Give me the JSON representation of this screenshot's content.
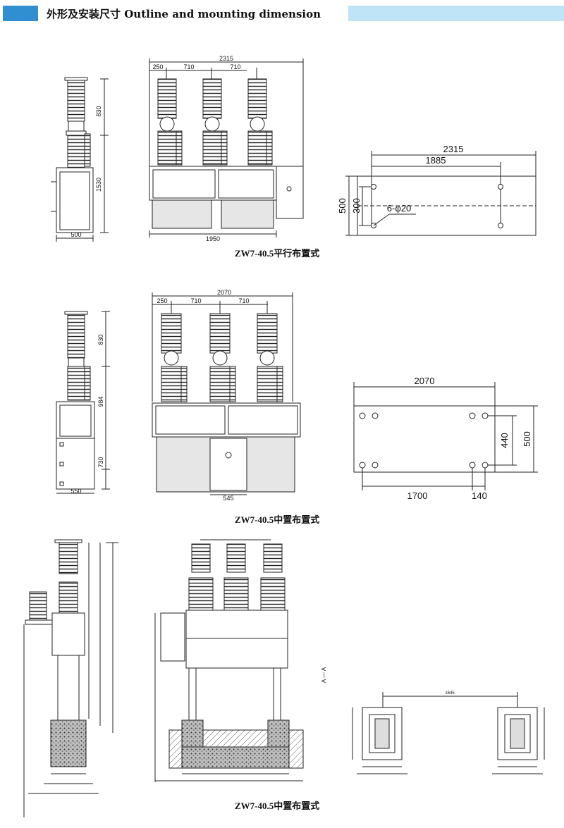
{
  "header": {
    "title": "外形及安装尺寸 Outline and mounting dimension"
  },
  "section1": {
    "caption": "ZW7-40.5平行布置式",
    "side": {
      "dim_830": "830",
      "dim_1530": "1530",
      "dim_500": "500"
    },
    "front": {
      "dim_2315": "2315",
      "dim_250": "250",
      "dim_710a": "710",
      "dim_710b": "710",
      "dim_1950": "1950"
    },
    "plan": {
      "dim_2315": "2315",
      "dim_1885": "1885",
      "dim_500": "500",
      "dim_300": "300",
      "holes": "6-φ20"
    }
  },
  "section2": {
    "caption": "ZW7-40.5中置布置式",
    "side": {
      "dim_830": "830",
      "dim_984": "984",
      "dim_730": "730",
      "dim_550": "550"
    },
    "front": {
      "dim_2070": "2070",
      "dim_250": "250",
      "dim_710a": "710",
      "dim_710b": "710",
      "dim_545": "545"
    },
    "plan": {
      "dim_2070": "2070",
      "dim_440": "440",
      "dim_500": "500",
      "dim_1700": "1700",
      "dim_140": "140"
    }
  },
  "section3": {
    "caption": "ZW7-40.5中置布置式",
    "section_mark": "A — A",
    "plan": {
      "dim_1645": "1645"
    }
  }
}
